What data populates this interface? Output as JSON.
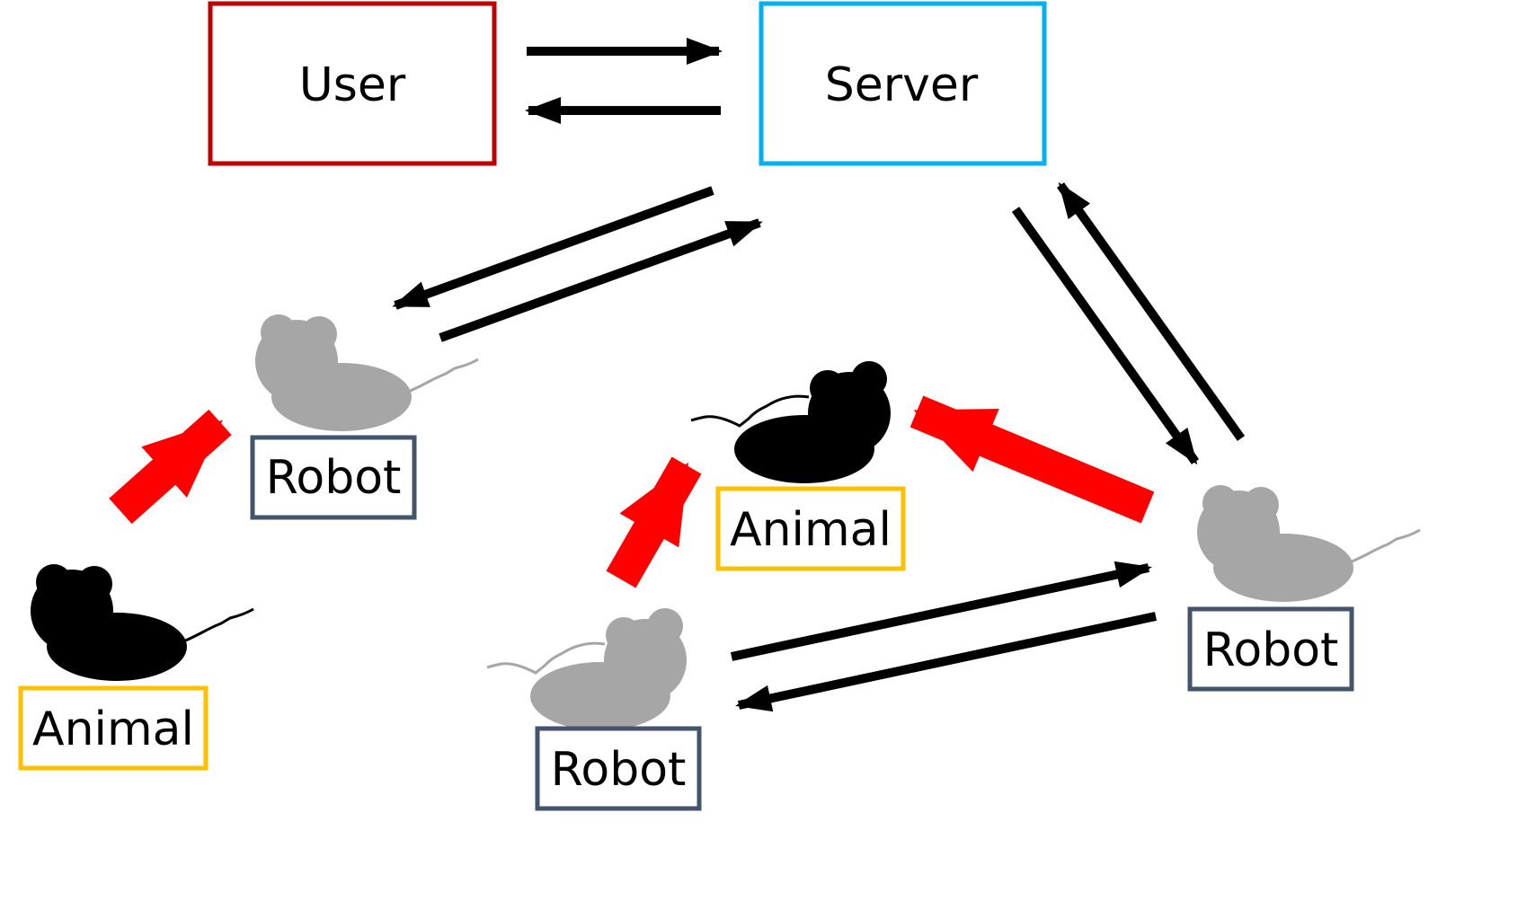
{
  "colors": {
    "user_border": "#c00000",
    "server_border": "#00b0f0",
    "robot_border": "#44546a",
    "animal_border": "#ffc000",
    "robot_fill": "#a6a6a6",
    "animal_fill": "#000000",
    "link_arrow": "#000000",
    "interaction_arrow": "#ff0000"
  },
  "nodes": {
    "user": {
      "label": "User"
    },
    "server": {
      "label": "Server"
    },
    "robot_left": {
      "label": "Robot",
      "icon": "mouse-icon"
    },
    "robot_bottom": {
      "label": "Robot",
      "icon": "mouse-icon"
    },
    "robot_right": {
      "label": "Robot",
      "icon": "mouse-icon"
    },
    "animal_left": {
      "label": "Animal",
      "icon": "mouse-icon"
    },
    "animal_center": {
      "label": "Animal",
      "icon": "mouse-icon"
    }
  }
}
